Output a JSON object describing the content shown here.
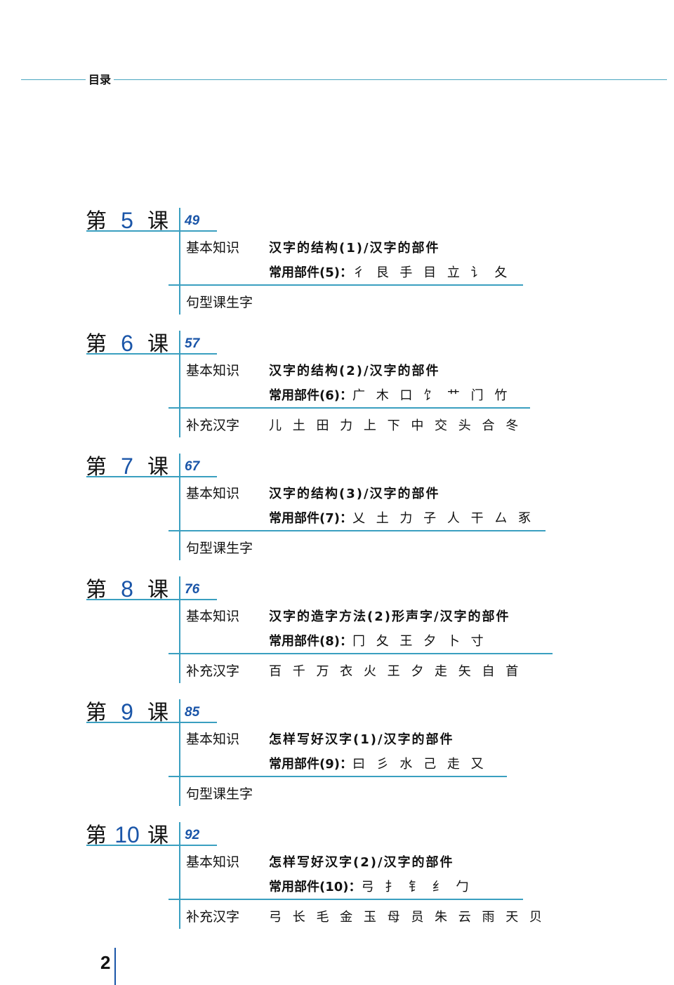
{
  "header": {
    "title": "目录"
  },
  "lessons": [
    {
      "prefix": "第",
      "num": "5",
      "suffix": "课",
      "page": "49",
      "basic_label": "基本知识",
      "topic": "汉字的结构(1)/汉字的部件",
      "parts_label": "常用部件(5)：",
      "parts": "彳 艮 手 目 立 讠 夂",
      "extra_label": "句型课生字",
      "extra_chars": ""
    },
    {
      "prefix": "第",
      "num": "6",
      "suffix": "课",
      "page": "57",
      "basic_label": "基本知识",
      "topic": "汉字的结构(2)/汉字的部件",
      "parts_label": "常用部件(6)：",
      "parts": "广 木 口 饣 艹 门 竹",
      "extra_label": "补充汉字",
      "extra_chars": "儿 土 田 力 上 下 中 交 头 合 冬"
    },
    {
      "prefix": "第",
      "num": "7",
      "suffix": "课",
      "page": "67",
      "basic_label": "基本知识",
      "topic": "汉字的结构(3)/汉字的部件",
      "parts_label": "常用部件(7)：",
      "parts": "乂 土 力 子 人 干 厶 豖",
      "extra_label": "句型课生字",
      "extra_chars": ""
    },
    {
      "prefix": "第",
      "num": "8",
      "suffix": "课",
      "page": "76",
      "basic_label": "基本知识",
      "topic": "汉字的造字方法(2)形声字/汉字的部件",
      "parts_label": "常用部件(8)：",
      "parts": "冂 夂 王 夕 卜 寸",
      "extra_label": "补充汉字",
      "extra_chars": "百 千 万 衣 火 王 夕 走 矢 自 首"
    },
    {
      "prefix": "第",
      "num": "9",
      "suffix": "课",
      "page": "85",
      "basic_label": "基本知识",
      "topic": "怎样写好汉字(1)/汉字的部件",
      "parts_label": "常用部件(9)：",
      "parts": "曰 彡 水 己 走 又",
      "extra_label": "句型课生字",
      "extra_chars": ""
    },
    {
      "prefix": "第",
      "num": "10",
      "suffix": "课",
      "page": "92",
      "basic_label": "基本知识",
      "topic": "怎样写好汉字(2)/汉字的部件",
      "parts_label": "常用部件(10)：",
      "parts": "弓 扌 钅 纟 勹",
      "extra_label": "补充汉字",
      "extra_chars": "弓 长 毛 金 玉 母 员 朱 云 雨 天 贝"
    }
  ],
  "footer": {
    "page_number": "2"
  },
  "colors": {
    "accent_line": "#3a9fc0",
    "number_blue": "#1a55a8"
  }
}
